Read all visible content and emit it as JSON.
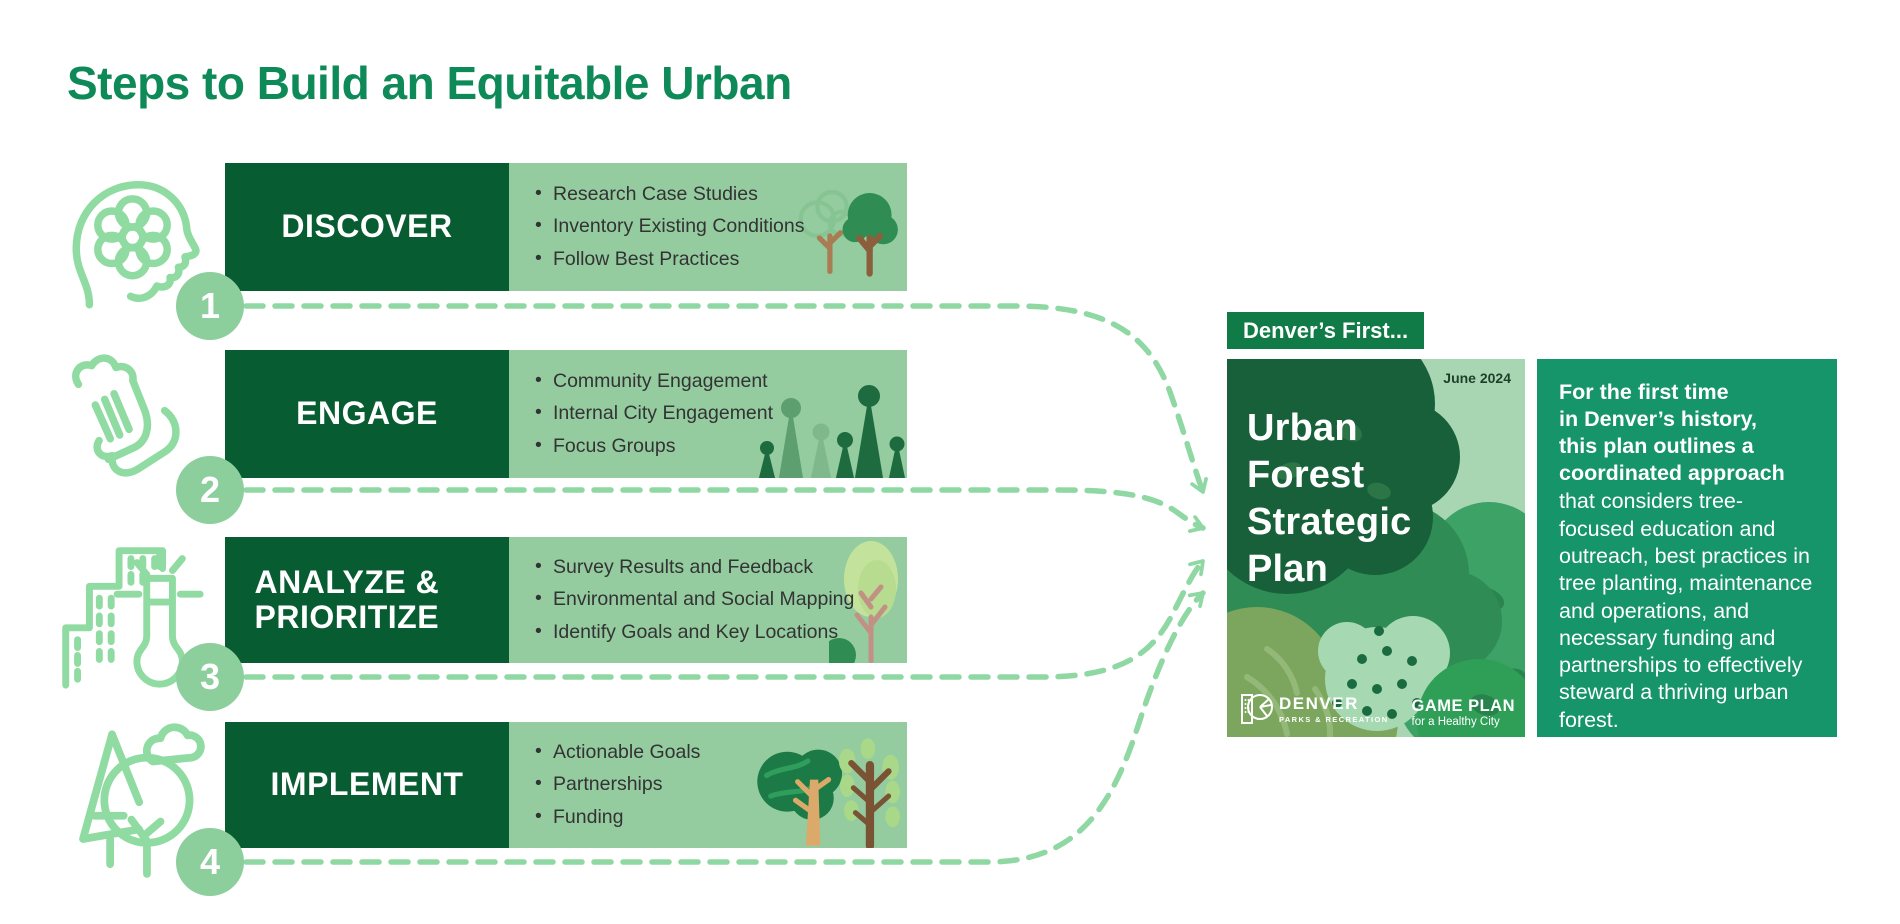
{
  "header": {
    "title": "Steps to Build an Equitable Urban"
  },
  "colors": {
    "title_green": "#0E8A58",
    "dark_green_box": "#085C31",
    "light_green_box": "#94CCA0",
    "circle_green": "#8DCE9D",
    "dash_green": "#8FD8A3",
    "icon_outline_green": "#90DBA2",
    "callout_green": "#107B46",
    "cover_background": "#A9D6B2",
    "description_panel_green": "#16946A"
  },
  "steps": [
    {
      "number": "1",
      "label": "DISCOVER",
      "icon": "head-flower-icon",
      "bullets": [
        "Research Case Studies",
        "Inventory Existing Conditions",
        "Follow Best Practices"
      ]
    },
    {
      "number": "2",
      "label": "ENGAGE",
      "icon": "helping-hands-icon",
      "bullets": [
        "Community Engagement",
        "Internal City Engagement",
        "Focus Groups"
      ]
    },
    {
      "number": "3",
      "label": "ANALYZE & PRIORITIZE",
      "icon": "city-analysis-icon",
      "bullets": [
        "Survey Results and Feedback",
        "Environmental and Social Mapping",
        "Identify Goals and Key Locations"
      ]
    },
    {
      "number": "4",
      "label": "IMPLEMENT",
      "icon": "trees-cloud-icon",
      "bullets": [
        "Actionable Goals",
        "Partnerships",
        "Funding"
      ]
    }
  ],
  "callout": {
    "label": "Denver’s First..."
  },
  "cover": {
    "date": "June 2024",
    "title_lines": [
      "Urban",
      "Forest",
      "Strategic",
      "Plan"
    ],
    "publisher": "DENVER",
    "publisher_sub": "PARKS & RECREATION",
    "program": "GAME PLAN",
    "program_sub": "for a Healthy City"
  },
  "description": {
    "bold": "For the first time\nin Denver’s history,\nthis plan outlines a\ncoordinated approach",
    "regular": "that considers tree-focused education and outreach, best practices in tree planting, maintenance and operations, and necessary funding and partnerships to effectively steward a thriving urban forest."
  }
}
